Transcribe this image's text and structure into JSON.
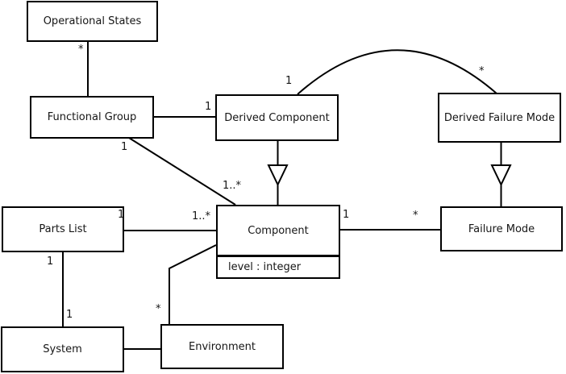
{
  "diagram": {
    "type": "uml-class-diagram",
    "background_color": "#ffffff",
    "line_color": "#000000",
    "text_color": "#161616",
    "classes": [
      {
        "id": "operational-states",
        "name": "Operational States"
      },
      {
        "id": "functional-group",
        "name": "Functional Group"
      },
      {
        "id": "derived-component",
        "name": "Derived Component"
      },
      {
        "id": "derived-failure-mode",
        "name": "Derived Failure Mode"
      },
      {
        "id": "parts-list",
        "name": "Parts List"
      },
      {
        "id": "component",
        "name": "Component",
        "attributes": [
          "level : integer"
        ]
      },
      {
        "id": "failure-mode",
        "name": "Failure Mode"
      },
      {
        "id": "system",
        "name": "System"
      },
      {
        "id": "environment",
        "name": "Environment"
      }
    ],
    "relationships": [
      {
        "from": "Operational States",
        "to": "Functional Group",
        "type": "association",
        "labels": {
          "from_end": "*"
        }
      },
      {
        "from": "Functional Group",
        "to": "Derived Component",
        "type": "association",
        "labels": {
          "to_end": "1"
        }
      },
      {
        "from": "Derived Component",
        "to": "Derived Failure Mode",
        "type": "association-arc",
        "labels": {
          "from_end": "1",
          "to_end": "*"
        }
      },
      {
        "from": "Derived Component",
        "to": "Component",
        "type": "generalization"
      },
      {
        "from": "Derived Failure Mode",
        "to": "Failure Mode",
        "type": "generalization"
      },
      {
        "from": "Functional Group",
        "to": "Component",
        "type": "association",
        "labels": {
          "from_end": "1",
          "to_end": "1..*"
        }
      },
      {
        "from": "Parts List",
        "to": "Component",
        "type": "association",
        "labels": {
          "from_end": "1",
          "to_end": "1..*"
        }
      },
      {
        "from": "Component",
        "to": "Failure Mode",
        "type": "association",
        "labels": {
          "from_end": "1",
          "to_end": "*"
        }
      },
      {
        "from": "Parts List",
        "to": "System",
        "type": "association",
        "labels": {
          "from_end": "1",
          "to_end": "1"
        }
      },
      {
        "from": "System",
        "to": "Environment",
        "type": "association"
      },
      {
        "from": "Environment",
        "to": "Component",
        "type": "association",
        "labels": {
          "from_end": "*"
        }
      }
    ]
  }
}
